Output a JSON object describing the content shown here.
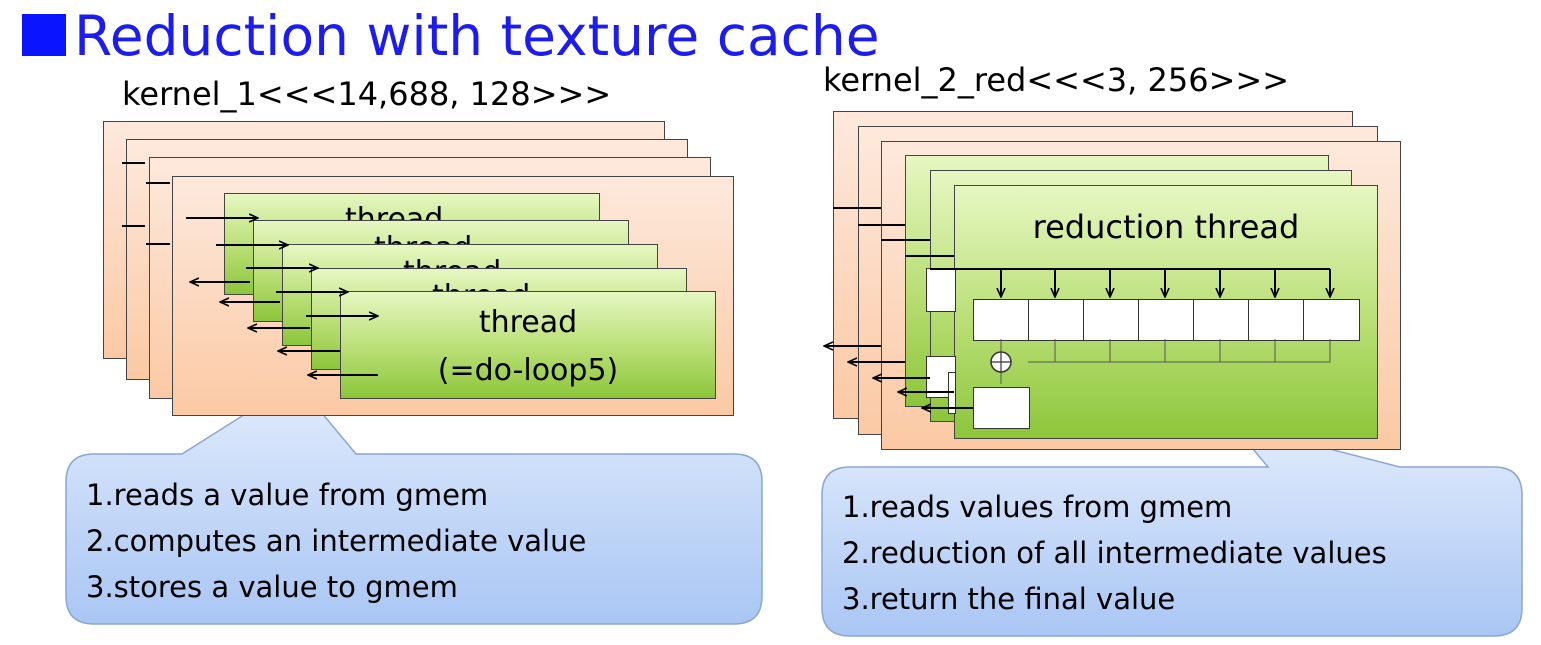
{
  "header": {
    "title": "Reduction with texture cache",
    "bullet_color": "#0a14ff",
    "title_color": "#1c1cf0"
  },
  "left": {
    "kernel_label": "kernel_1<<<14,688, 128>>>",
    "thread_label": "thread",
    "thread_sublabel": "(=do-loop5)",
    "callout": {
      "items": [
        "1.reads a value from gmem",
        "2.computes an intermediate value",
        "3.stores a value to gmem"
      ]
    }
  },
  "right": {
    "kernel_label": "kernel_2_red<<<3, 256>>>",
    "thread_label": "reduction thread",
    "callout": {
      "items": [
        "1.reads values from gmem",
        "2.reduction of all intermediate values",
        "3.return the final value"
      ]
    }
  },
  "colors": {
    "block_fill_top": "#fde9dc",
    "block_fill_bottom": "#fbc9a4",
    "thread_fill_top": "#e6f7c2",
    "thread_fill_bottom": "#8cc63a",
    "callout_fill_top": "#e2ecfc",
    "callout_fill_bottom": "#a9c6f4"
  }
}
